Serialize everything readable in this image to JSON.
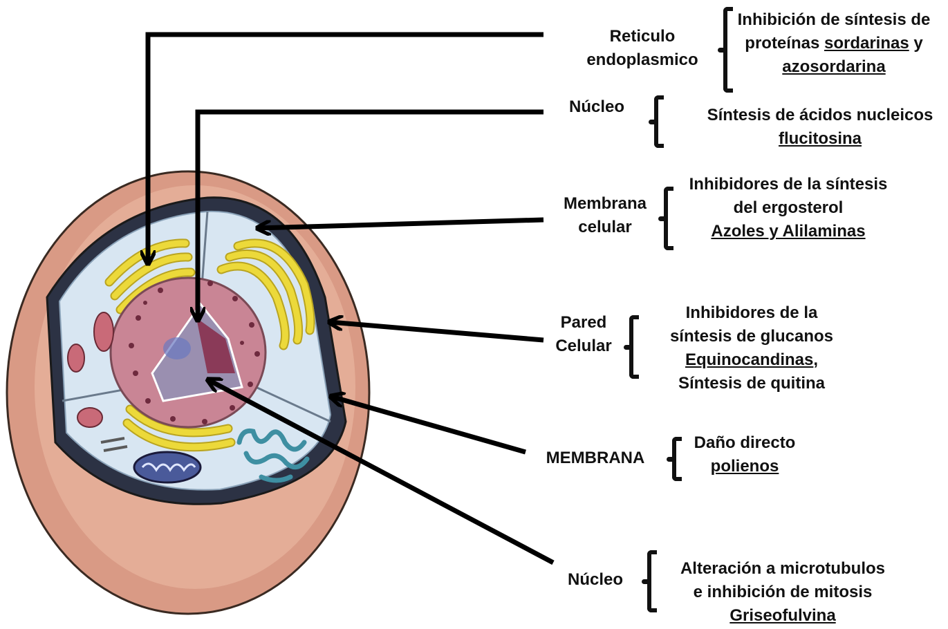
{
  "labels": {
    "reticulo": [
      "Reticulo",
      "endoplasmico"
    ],
    "nucleo1": "Núcleo",
    "membrana_celular": [
      "Membrana",
      "celular"
    ],
    "pared_celular": [
      "Pared",
      "Celular"
    ],
    "membrana": "MEMBRANA",
    "nucleo2": "Núcleo"
  },
  "descriptions": {
    "reticulo": {
      "line1": "Inhibición de síntesis de",
      "line2_text": "proteínas ",
      "line2_drug": "sordarinas",
      "line2_end": " y",
      "line3_drug": "azosordarina"
    },
    "nucleo1": {
      "line1": "Síntesis de ácidos nucleicos",
      "drug": "flucitosina"
    },
    "membrana_celular": {
      "line1": "Inhibidores de la síntesis",
      "line2": "del ergosterol",
      "drug": "Azoles y Alilaminas"
    },
    "pared_celular": {
      "line1": "Inhibidores de la",
      "line2": "síntesis de glucanos",
      "drug": "Equinocandinas",
      "drug_suffix": ",",
      "line4": "Síntesis de quitina"
    },
    "membrana": {
      "line1": "Daño directo",
      "drug": "polienos"
    },
    "nucleo2": {
      "line1": "Alteración a microtubulos",
      "line2": "e inhibición de mitosis",
      "drug": "Griseofulvina"
    }
  },
  "colors": {
    "cell_wall": "#d99a85",
    "cytoplasm": "#d8e6f2",
    "golgi": "#ecd93a",
    "nucleus": "#c98595",
    "nucleolus": "#8a3a58",
    "mitochondria": "#c96a78",
    "er_teal": "#3e8fa2",
    "arrow": "#000000"
  }
}
